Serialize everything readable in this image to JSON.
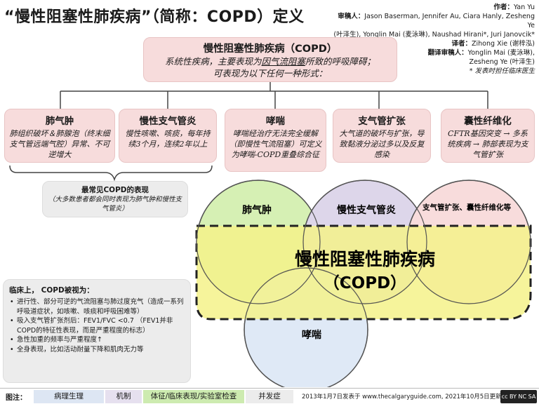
{
  "title": "“慢性阻塞性肺疾病”（简称：COPD）定义",
  "credits": {
    "author_label": "作者：",
    "author": "Yan Yu",
    "reviewers_label": "审稿人：",
    "reviewers_line1": "Jason Baserman, Jennifer Au, Ciara Hanly, Zesheng Ye",
    "reviewers_line2": "(叶泽生), Yonglin Mai (麦泳琳), Naushad Hirani*, Juri Janovcik*",
    "translator_label": "译者：",
    "translator": "Zihong Xie (谢梓泓)",
    "translation_reviewers_label": "翻译审稿人：",
    "translation_reviewers_line1": "Yonglin Mai (麦泳琳),",
    "translation_reviewers_line2": "Zesheng Ye (叶泽生)",
    "note": "* 发表时担任临床医生"
  },
  "definition": {
    "heading": "慢性阻塞性肺疾病（COPD）",
    "line1_before": "系统性疾病，主要表现为",
    "line1_underlined": "因气流阻塞",
    "line1_after": "所致的呼吸障碍；",
    "line2": "可表现为以下任何一种形式："
  },
  "subtypes": [
    {
      "heading": "肺气肿",
      "description": "肺组织破坏＆肺腺泡（终末细支气管远端气腔）异常、不可逆增大"
    },
    {
      "heading": "慢性支气管炎",
      "description": "慢性咳嗽、咳痰，每年持续3个月，连续2年以上"
    },
    {
      "heading": "哮喘",
      "description": "哮喘经治疗无法完全缓解（即慢性气流阻塞）可定义为哮喘-COPD重叠综合征"
    },
    {
      "heading": "支气管扩张",
      "description": "大气道的破坏与扩张，导致黏液分泌过多以及反复感染"
    },
    {
      "heading": "囊性纤维化",
      "description": "CFTR基因突变 → 多系统疾病 → 肺部表现为支气管扩张"
    }
  ],
  "common_presentation": {
    "heading": "最常见COPD的表现",
    "description": "（大多数患者都会同时表现为肺气肿和慢性支气管炎）"
  },
  "venn": {
    "emphysema": "肺气肿",
    "chronic_bronchitis": "慢性支气管炎",
    "bronchiectasis_cf": "支气管扩张、囊性纤维化等",
    "asthma": "哮喘",
    "copd_main": "慢性阻塞性肺疾病",
    "copd_abbr": "（COPD）",
    "colors": {
      "emphysema": "#d6f0b4",
      "chronic_bronchitis": "#ddd6ea",
      "bronchiectasis": "#f8dcdc",
      "asthma": "#dfe9f6",
      "copd": "#f4f28a"
    }
  },
  "clinical": {
    "heading": "临床上， COPD被视为：",
    "items": [
      "进行性、部分可逆的气流阻塞与肺过度充气（造成一系列呼吸道症状，如咳嗽、咳痰和呼吸困难等）",
      "吸入支气管扩张剂后：FEV1/FVC <0.7 （FEV1并非COPD的特征性表现，而是严重程度的标志）",
      "急性加重的频率与严重程度↑",
      "全身表现，比如活动耐量下降和肌肉无力等"
    ]
  },
  "legend": {
    "label": "图注：",
    "items": [
      {
        "label": "病理生理",
        "color": "#dde6f3"
      },
      {
        "label": "机制",
        "color": "#e6e0ef"
      },
      {
        "label": "体征/临床表现/实验室检查",
        "color": "#cdebb0"
      },
      {
        "label": "并发症",
        "color": "#ececec"
      }
    ],
    "published": "2013年1月7日发表于 www.thecalgaryguide.com, 2021年10月5日更新",
    "license": "cc BY NC SA"
  }
}
